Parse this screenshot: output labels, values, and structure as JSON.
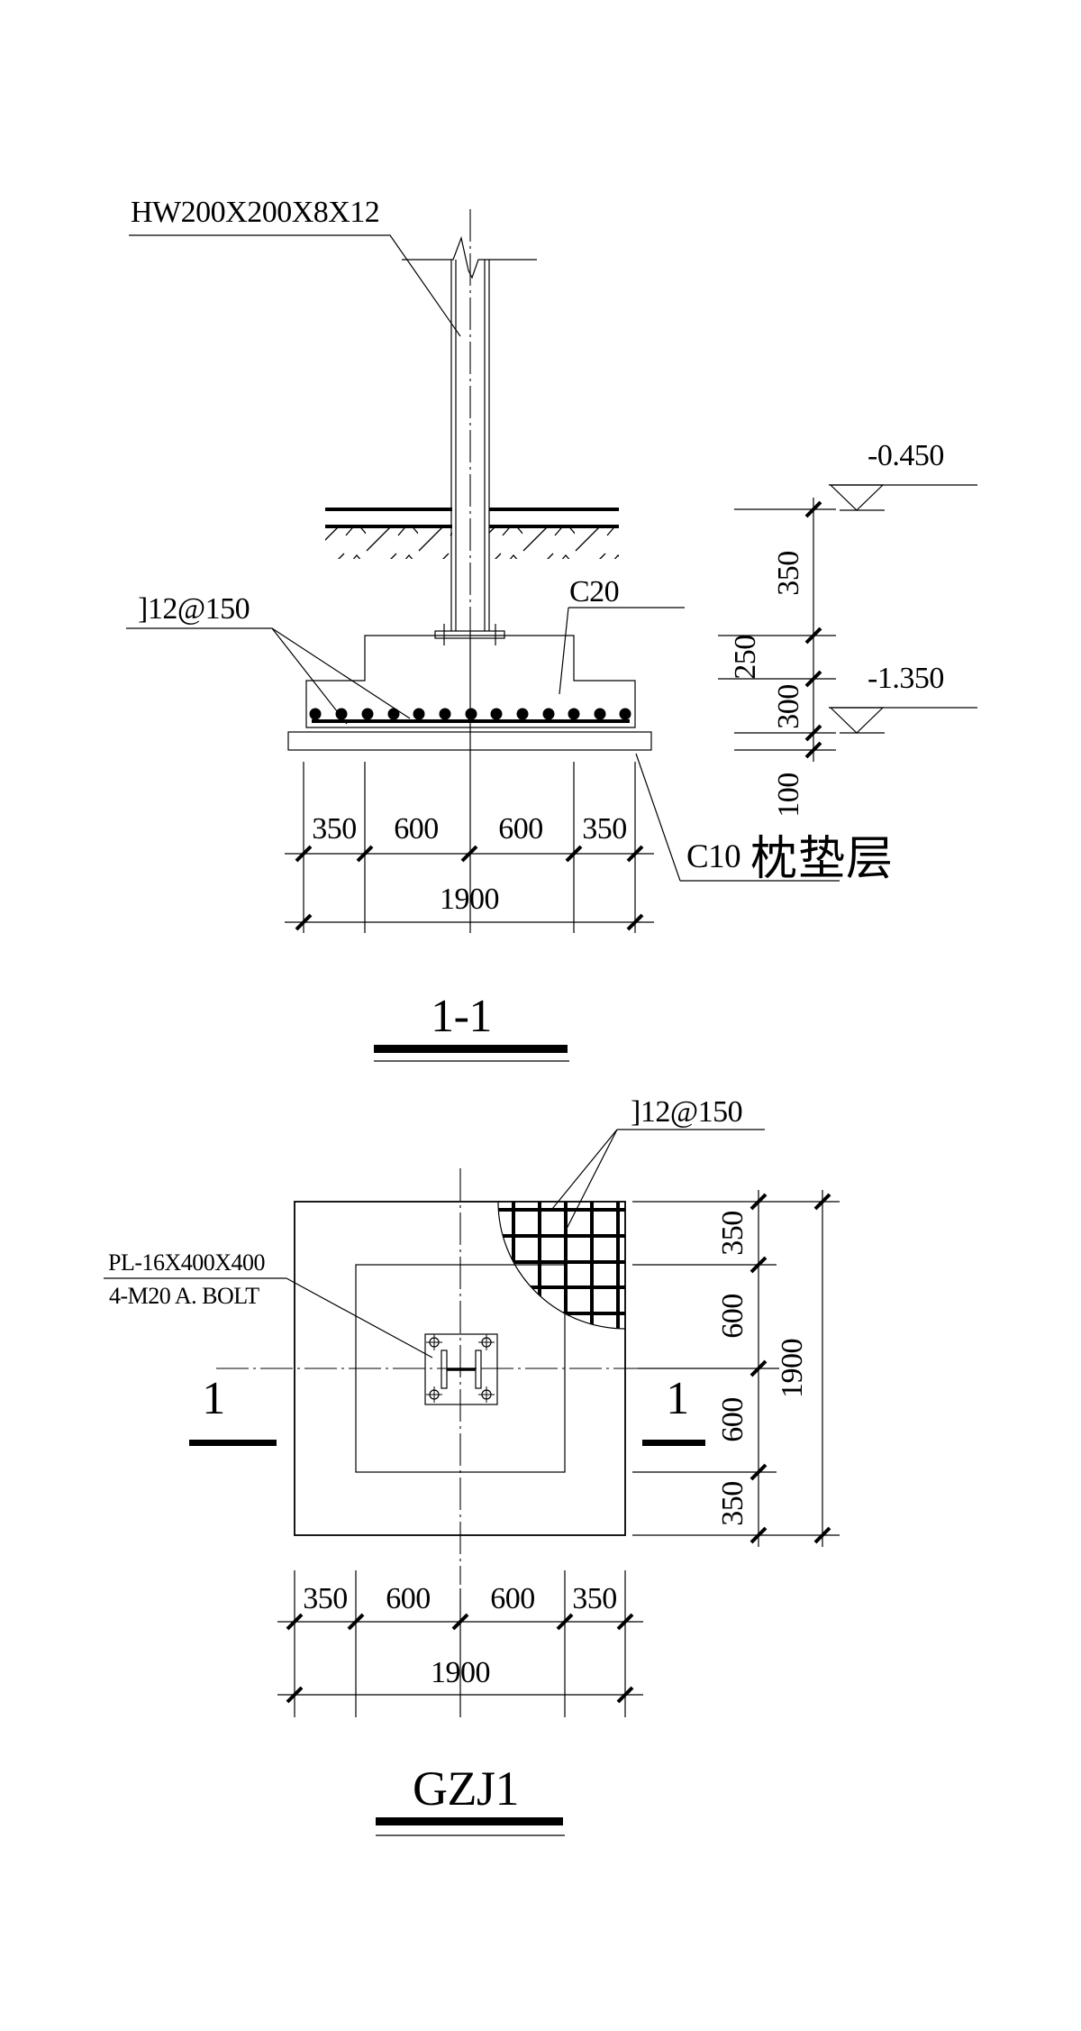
{
  "colors": {
    "ink": "#000000",
    "background": "#ffffff"
  },
  "drawing": {
    "section": {
      "title": "1-1",
      "column_label": "HW200X200X8X12",
      "rebar_label": "]12@150",
      "concrete_label": "C20",
      "cushion_grade": "C10",
      "cushion_name": "枕垫层",
      "elevation_top": "-0.450",
      "elevation_bottom": "-1.350",
      "vertical_dims": [
        "350",
        "250",
        "300",
        "100"
      ],
      "width_dims": [
        "350",
        "600",
        "600",
        "350"
      ],
      "total_width": "1900"
    },
    "plan": {
      "title": "GZJ1",
      "mesh_label": "]12@150",
      "plate_label": "PL-16X400X400",
      "bolt_label": "4-M20 A. BOLT",
      "section_mark": "1",
      "side_dims": [
        "350",
        "600",
        "600",
        "350"
      ],
      "side_total": "1900",
      "bottom_dims": [
        "350",
        "600",
        "600",
        "350"
      ],
      "bottom_total": "1900"
    }
  }
}
